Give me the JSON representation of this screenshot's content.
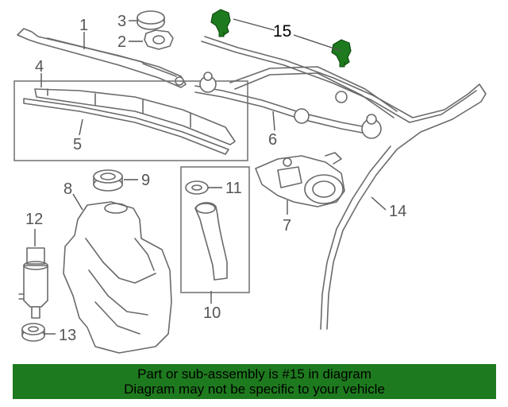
{
  "callouts": {
    "c1": "1",
    "c2": "2",
    "c3": "3",
    "c4": "4",
    "c5": "5",
    "c6": "6",
    "c7": "7",
    "c8": "8",
    "c9": "9",
    "c10": "10",
    "c11": "11",
    "c12": "12",
    "c13": "13",
    "c14": "14",
    "c15": "15"
  },
  "highlight_color": "#1e7a1e",
  "banner": {
    "line1": "Part or sub-assembly is #15 in diagram",
    "line2": "Diagram may not be specific to your vehicle"
  }
}
